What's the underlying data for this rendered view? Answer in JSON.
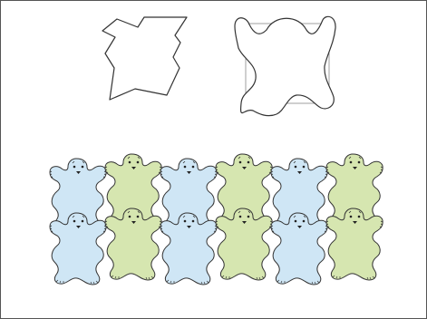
{
  "colors": {
    "frame": "#555555",
    "outline": "#333333",
    "guide_square": "#888888",
    "tile_blue": "#cfe6f5",
    "tile_green": "#d6e6b0"
  },
  "tiling": {
    "rows": 2,
    "columns": 6,
    "pattern": [
      "blue",
      "green",
      "blue",
      "green",
      "blue",
      "green"
    ],
    "motif": "bear-skin rug"
  }
}
